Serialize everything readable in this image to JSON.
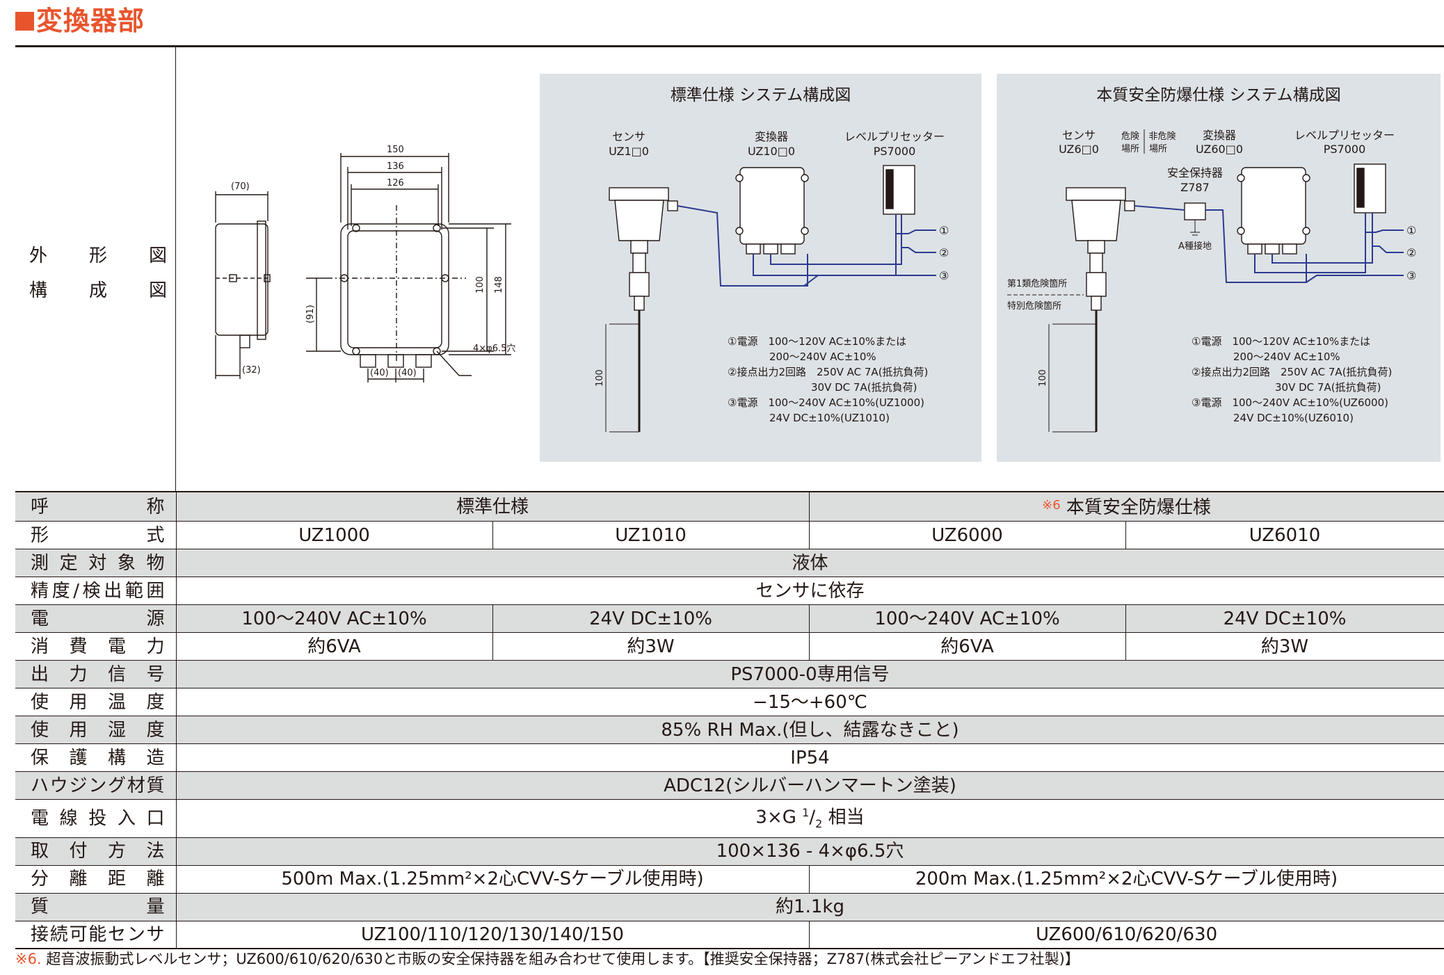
{
  "section": {
    "title": "変換器部"
  },
  "figure_labels": {
    "line1": "外　形　図",
    "line2": "構　成　図"
  },
  "outline_dims": {
    "side_width": "(70)",
    "side_bottom": "(32)",
    "width_150": "150",
    "width_136": "136",
    "width_126": "126",
    "height_100": "100",
    "height_148": "148",
    "height_91": "(91)",
    "bottom_40a": "(40)",
    "bottom_40b": "(40)",
    "holes": "4×φ6.5穴"
  },
  "panel_standard": {
    "title": "標準仕様 システム構成図",
    "sensor_label": "センサ",
    "sensor_model": "UZ1□0",
    "converter_label": "変換器",
    "converter_model": "UZ10□0",
    "presetter_label": "レベルプリセッター",
    "presetter_model": "PS7000",
    "dim_100": "100",
    "out1": "①",
    "out2": "②",
    "out3": "③",
    "notes": [
      "①電源　100～120V AC±10%または",
      "　　　　200～240V AC±10%",
      "②接点出力2回路　250V AC 7A(抵抗負荷)",
      "　　　　　　　　30V DC 7A(抵抗負荷)",
      "③電源　100～240V AC±10%(UZ1000)",
      "　　　　24V DC±10%(UZ1010)"
    ]
  },
  "panel_explosion": {
    "title": "本質安全防爆仕様 システム構成図",
    "sensor_label": "センサ",
    "sensor_model": "UZ6□0",
    "hazard_label": "危険",
    "hazard_label2": "場所",
    "nonhazard_label": "非危険",
    "nonhazard_label2": "場所",
    "barrier_label": "安全保持器",
    "barrier_model": "Z787",
    "ground_label": "A種接地",
    "zone1": "第1類危険箇所",
    "zone2": "特別危険箇所",
    "converter_label": "変換器",
    "converter_model": "UZ60□0",
    "presetter_label": "レベルプリセッター",
    "presetter_model": "PS7000",
    "dim_100": "100",
    "out1": "①",
    "out2": "②",
    "out3": "③",
    "notes": [
      "①電源　100～120V AC±10%または",
      "　　　　200～240V AC±10%",
      "②接点出力2回路　250V AC 7A(抵抗負荷)",
      "　　　　　　　　30V DC 7A(抵抗負荷)",
      "③電源　100～240V AC±10%(UZ6000)",
      "　　　　24V DC±10%(UZ6010)"
    ]
  },
  "spec": {
    "name_label": "呼　　　　称",
    "name_std": "標準仕様",
    "name_exp_mark": "※6",
    "name_exp": "本質安全防爆仕様",
    "model_label": "形　　　　式",
    "models": [
      "UZ1000",
      "UZ1010",
      "UZ6000",
      "UZ6010"
    ],
    "measure_label": "測定対象物",
    "measure": "液体",
    "accuracy_label": "精度/検出範囲",
    "accuracy": "センサに依存",
    "power_label": "電　　　　源",
    "power": [
      "100～240V AC±10%",
      "24V DC±10%",
      "100～240V AC±10%",
      "24V DC±10%"
    ],
    "consumption_label": "消費電力",
    "consumption": [
      "約6VA",
      "約3W",
      "約6VA",
      "約3W"
    ],
    "output_label": "出力信号",
    "output": "PS7000-0専用信号",
    "temp_label": "使用温度",
    "temp": "−15～+60℃",
    "humidity_label": "使用湿度",
    "humidity": "85% RH Max.(但し、結露なきこと)",
    "protection_label": "保護構造",
    "protection": "IP54",
    "housing_label": "ハウジング材質",
    "housing": "ADC12(シルバーハンマートン塗装)",
    "entry_label": "電線投入口",
    "entry_pre": "3×G",
    "entry_num": "1",
    "entry_den": "2",
    "entry_post": "相当",
    "mount_label": "取付方法",
    "mount": "100×136 - 4×φ6.5穴",
    "distance_label": "分離距離",
    "distance_std": "500m Max.(1.25mm²×2心CVV-Sケーブル使用時)",
    "distance_exp": "200m Max.(1.25mm²×2心CVV-Sケーブル使用時)",
    "mass_label": "質　　　　量",
    "mass": "約1.1kg",
    "sensor_label": "接続可能センサ",
    "sensor_std": "UZ100/110/120/130/140/150",
    "sensor_exp": "UZ600/610/620/630"
  },
  "footnote": {
    "mark": "※6.",
    "text": " 超音波振動式レベルセンサ；UZ600/610/620/630と市販の安全保持器を組み合わせて使用します。【推奨安全保持器；Z787(株式会社ピーアンドエフ社製)】"
  },
  "colors": {
    "accent": "#e8552d",
    "panel_bg": "#dde2e6",
    "row_shade": "#dcdddd",
    "wire": "#2b3a8f"
  }
}
